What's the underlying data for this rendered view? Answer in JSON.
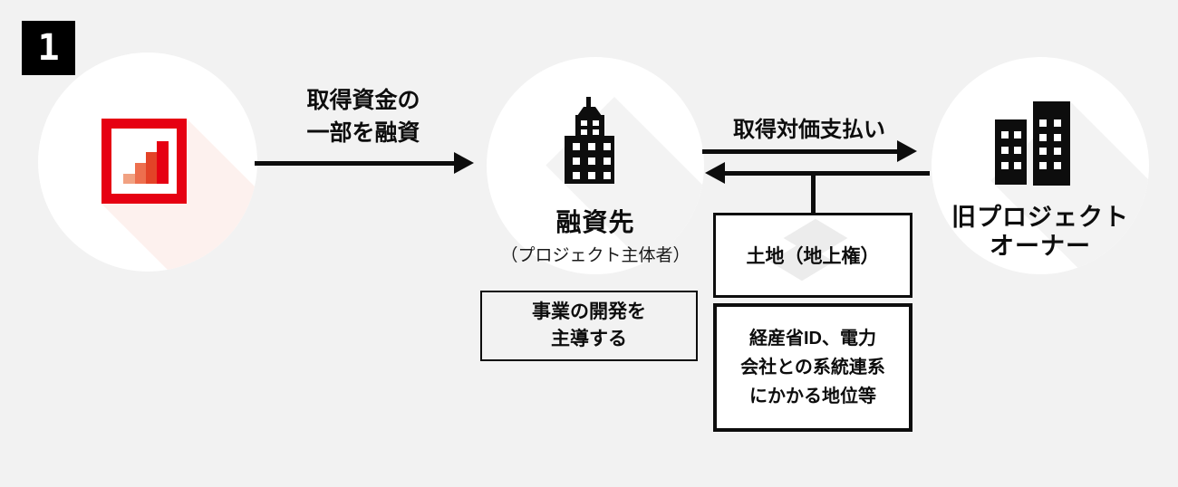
{
  "diagram": {
    "step_badge": "1",
    "lender": {
      "icon": "bar-chart-logo-icon"
    },
    "loan_arrow": {
      "label_line1": "取得資金の",
      "label_line2": "一部を融資",
      "direction": "right"
    },
    "borrower": {
      "title": "融資先",
      "subtitle": "（プロジェクト主体者）",
      "icon": "office-tower-icon"
    },
    "borrower_note": {
      "line1": "事業の開発を",
      "line2": "主導する"
    },
    "payment_arrow": {
      "label": "取得対価支払い",
      "direction": "right"
    },
    "transfer_arrow": {
      "direction": "left"
    },
    "old_owner": {
      "title_line1": "旧プロジェクト",
      "title_line2": "オーナー",
      "icon": "twin-buildings-icon"
    },
    "land_box": {
      "label": "土地（地上権）"
    },
    "rights_box": {
      "line1": "経産省ID、電力",
      "line2": "会社との系統連系",
      "line3": "にかかる地位等"
    }
  },
  "colors": {
    "background": "#f2f2f2",
    "ink": "#0d0d0d",
    "brand_red": "#e60012",
    "logo_bar_1": "#f1a181",
    "logo_bar_2": "#ed6f4e",
    "logo_bar_3": "#e34327",
    "logo_bar_4": "#e60012",
    "shadow_pink": "#fdf1ee",
    "shadow_gray": "#f3f3f3",
    "watermark_gray": "#ececec"
  }
}
